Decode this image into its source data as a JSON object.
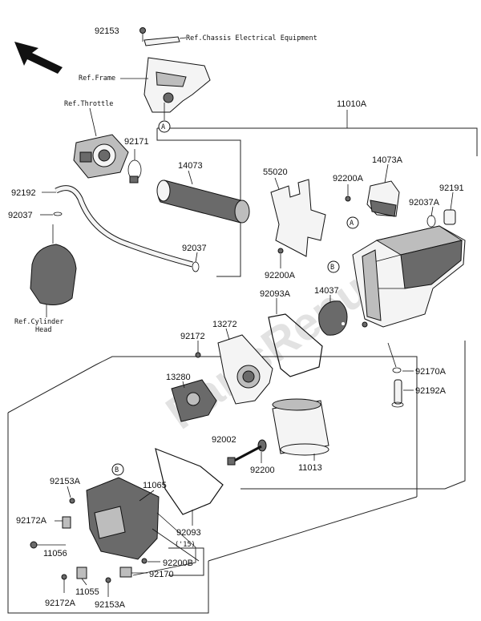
{
  "watermark": "PartsRepublik",
  "refs": {
    "chassis": "Ref.Chassis Electrical Equipment",
    "frame": "Ref.Frame",
    "throttle": "Ref.Throttle",
    "cylinder_line1": "Ref.Cylinder",
    "cylinder_line2": "Head"
  },
  "callouts": {
    "a": "A",
    "b": "B"
  },
  "year_note": "('15)",
  "parts": {
    "p92153": "92153",
    "p11010A": "11010A",
    "p92171": "92171",
    "p14073": "14073",
    "p55020": "55020",
    "p92200A_top": "92200A",
    "p14073A": "14073A",
    "p92191": "92191",
    "p92037A": "92037A",
    "p92192": "92192",
    "p92037_left": "92037",
    "p92037_mid": "92037",
    "p92200A_mid": "92200A",
    "p14037": "14037",
    "p92093A": "92093A",
    "p13272": "13272",
    "p92172": "92172",
    "p13280": "13280",
    "p92170A": "92170A",
    "p92192A": "92192A",
    "p92002": "92002",
    "p92200": "92200",
    "p11013": "11013",
    "p92153A_top": "92153A",
    "p11065": "11065",
    "p92172A_left": "92172A",
    "p11056": "11056",
    "p92093": "92093",
    "p92200B": "92200B",
    "p92170": "92170",
    "p11055": "11055",
    "p92172A_bottom": "92172A",
    "p92153A_bottom": "92153A"
  }
}
